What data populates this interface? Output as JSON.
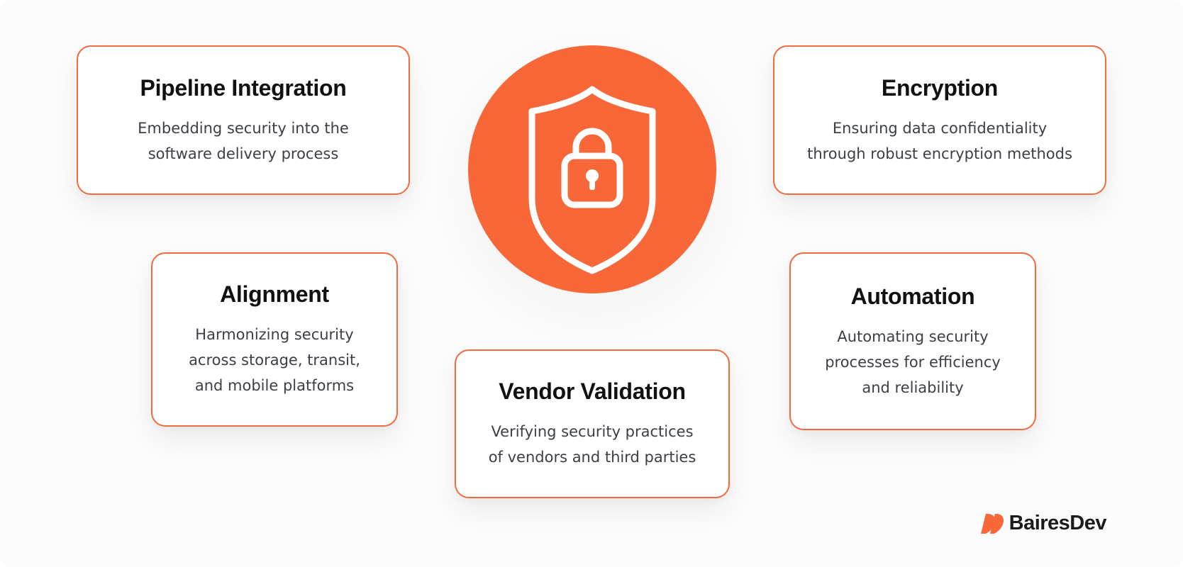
{
  "cards": {
    "pipeline": {
      "title": "Pipeline Integration",
      "description": "Embedding security into the\nsoftware delivery process"
    },
    "encryption": {
      "title": "Encryption",
      "description": "Ensuring data confidentiality\nthrough robust encryption methods"
    },
    "alignment": {
      "title": "Alignment",
      "description": "Harmonizing security\nacross storage, transit,\nand mobile platforms"
    },
    "automation": {
      "title": "Automation",
      "description": "Automating security\nprocesses for efficiency\nand reliability"
    },
    "vendor": {
      "title": "Vendor Validation",
      "description": "Verifying security practices\nof vendors and third parties"
    }
  },
  "center_icon": "shield-lock-icon",
  "brand": {
    "name": "BairesDev",
    "logo_icon": "bairesdev-logo-icon"
  },
  "colors": {
    "accent": "#f76738",
    "card_border": "#f26a3f",
    "title_text": "#111111",
    "body_text": "#3b3f46",
    "background": "#fcfcfc"
  }
}
